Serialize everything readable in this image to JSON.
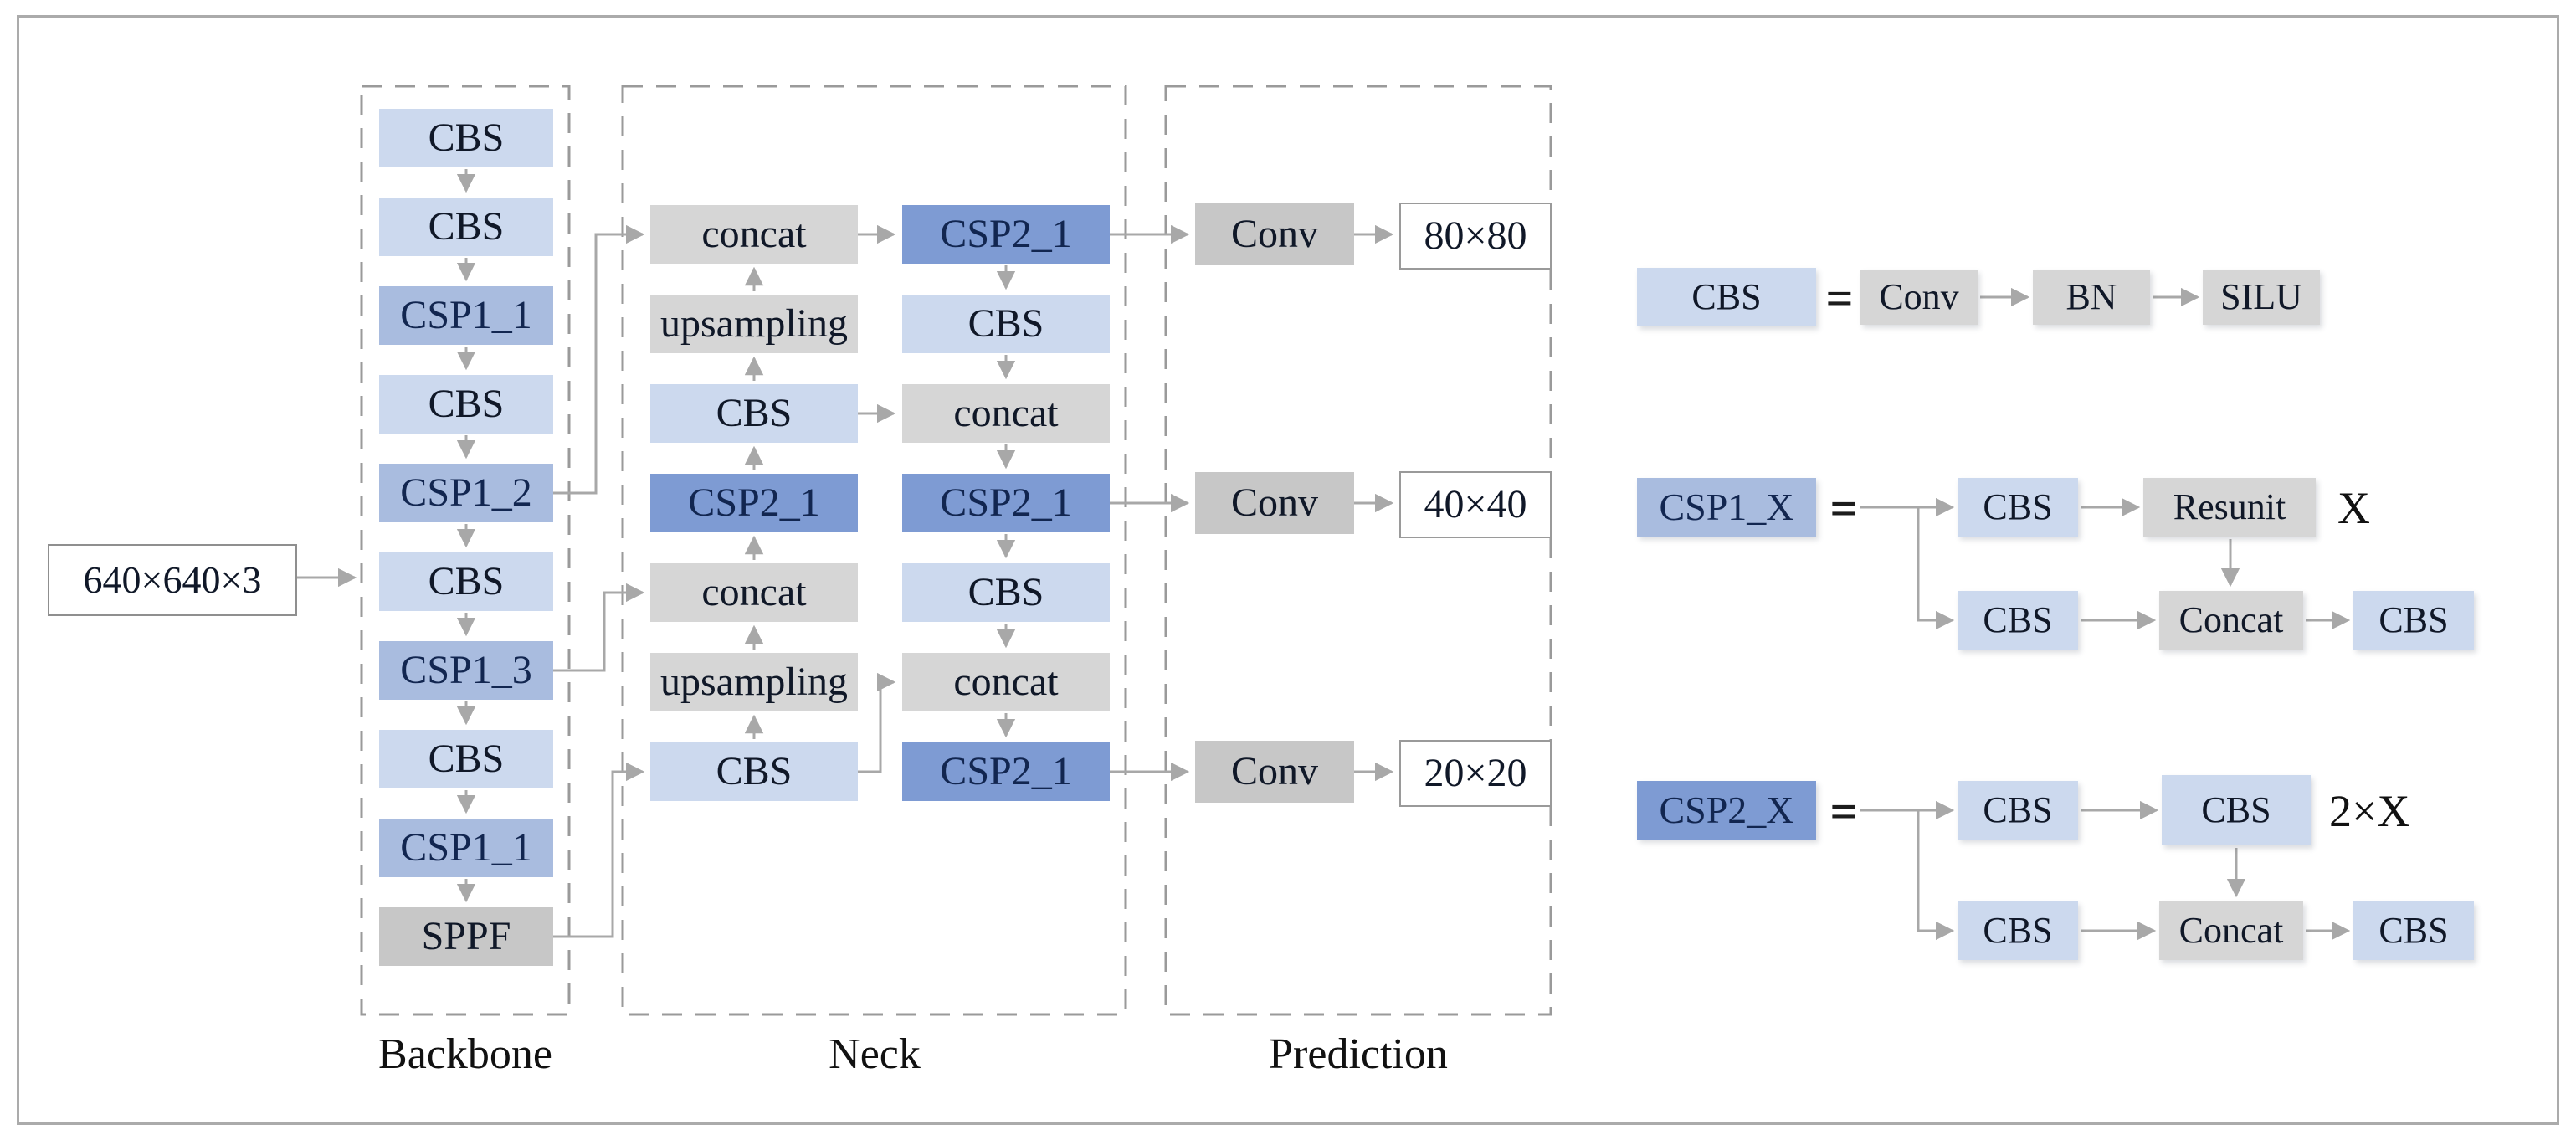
{
  "input": {
    "label": "640×640×3"
  },
  "backbone": {
    "label": "Backbone",
    "boxes": [
      {
        "label": "CBS",
        "type": "light"
      },
      {
        "label": "CBS",
        "type": "light"
      },
      {
        "label": "CSP1_1",
        "type": "medium"
      },
      {
        "label": "CBS",
        "type": "light"
      },
      {
        "label": "CSP1_2",
        "type": "medium"
      },
      {
        "label": "CBS",
        "type": "light"
      },
      {
        "label": "CSP1_3",
        "type": "medium"
      },
      {
        "label": "CBS",
        "type": "light"
      },
      {
        "label": "CSP1_1",
        "type": "medium"
      },
      {
        "label": "SPPF",
        "type": "gray"
      }
    ]
  },
  "neck": {
    "label": "Neck",
    "left": [
      {
        "label": "concat",
        "type": "gray"
      },
      {
        "label": "upsampling",
        "type": "gray"
      },
      {
        "label": "CBS",
        "type": "light"
      },
      {
        "label": "CSP2_1",
        "type": "dark"
      },
      {
        "label": "concat",
        "type": "gray"
      },
      {
        "label": "upsampling",
        "type": "gray"
      },
      {
        "label": "CBS",
        "type": "light"
      }
    ],
    "right": [
      {
        "label": "CSP2_1",
        "type": "dark"
      },
      {
        "label": "CBS",
        "type": "light"
      },
      {
        "label": "concat",
        "type": "gray"
      },
      {
        "label": "CSP2_1",
        "type": "dark"
      },
      {
        "label": "CBS",
        "type": "light"
      },
      {
        "label": "concat",
        "type": "gray"
      },
      {
        "label": "CSP2_1",
        "type": "dark"
      }
    ]
  },
  "prediction": {
    "label": "Prediction",
    "rows": [
      {
        "conv": "Conv",
        "output": "80×80"
      },
      {
        "conv": "Conv",
        "output": "40×40"
      },
      {
        "conv": "Conv",
        "output": "20×20"
      }
    ]
  },
  "legend": {
    "cbs": {
      "term": "CBS",
      "eq": "=",
      "chain": [
        "Conv",
        "BN",
        "SILU"
      ]
    },
    "csp1": {
      "term": "CSP1_X",
      "eq": "=",
      "top": [
        "CBS",
        "Resunit"
      ],
      "repeat": "X",
      "bottom": [
        "CBS",
        "Concat",
        "CBS"
      ]
    },
    "csp2": {
      "term": "CSP2_X",
      "eq": "=",
      "top": [
        "CBS",
        "CBS"
      ],
      "repeat": "2×X",
      "bottom": [
        "CBS",
        "Concat",
        "CBS"
      ]
    }
  },
  "colors": {
    "light_blue": "#ccd9ee",
    "medium_blue": "#a9bcdf",
    "dark_blue": "#7e9bd3",
    "block_gray": "#d6d6d6",
    "conv_gray": "#c7c7c7",
    "arrow_gray": "#a8a8a8",
    "dashed_border": "#9a9a9a",
    "navy_text": "#122650"
  }
}
